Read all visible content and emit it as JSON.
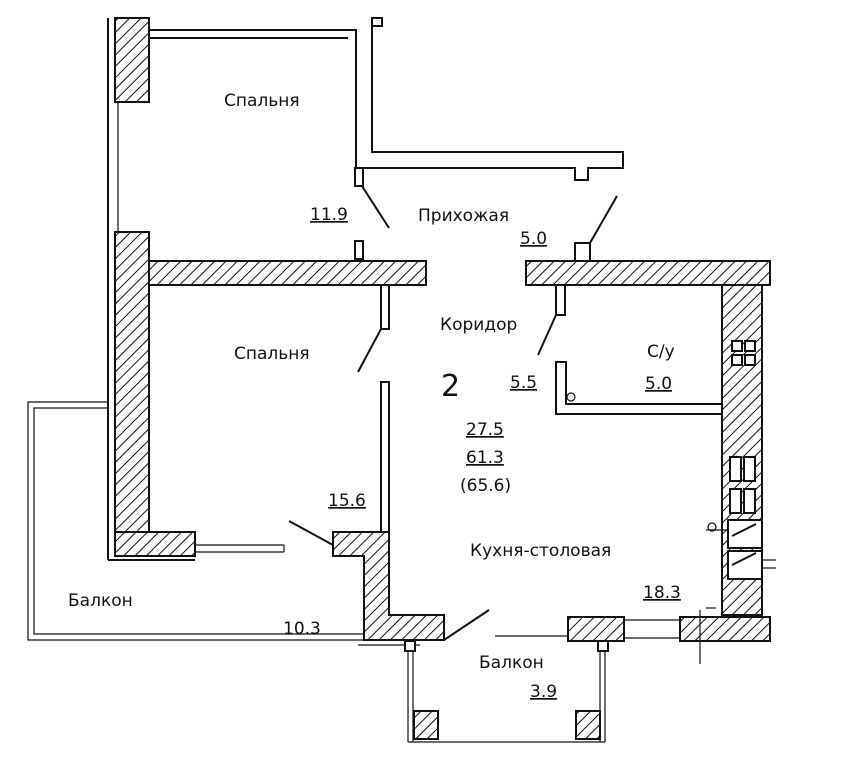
{
  "apartment": {
    "number": "2",
    "living_area": "27.5",
    "total_area": "61.3",
    "total_area_with_balcony": "(65.6)"
  },
  "rooms": {
    "bedroom_top": {
      "label": "Спальня",
      "area": "11.9"
    },
    "hall": {
      "label": "Прихожая",
      "area": "5.0"
    },
    "corridor": {
      "label": "Коридор",
      "area": "5.5"
    },
    "bedroom_left": {
      "label": "Спальня",
      "area": "15.6"
    },
    "bathroom": {
      "label": "С/у",
      "area": "5.0"
    },
    "kitchen": {
      "label": "Кухня-столовая",
      "area": "18.3"
    },
    "balcony_left": {
      "label": "Балкон",
      "area": "10.3"
    },
    "balcony_bottom": {
      "label": "Балкон",
      "area": "3.9"
    }
  }
}
